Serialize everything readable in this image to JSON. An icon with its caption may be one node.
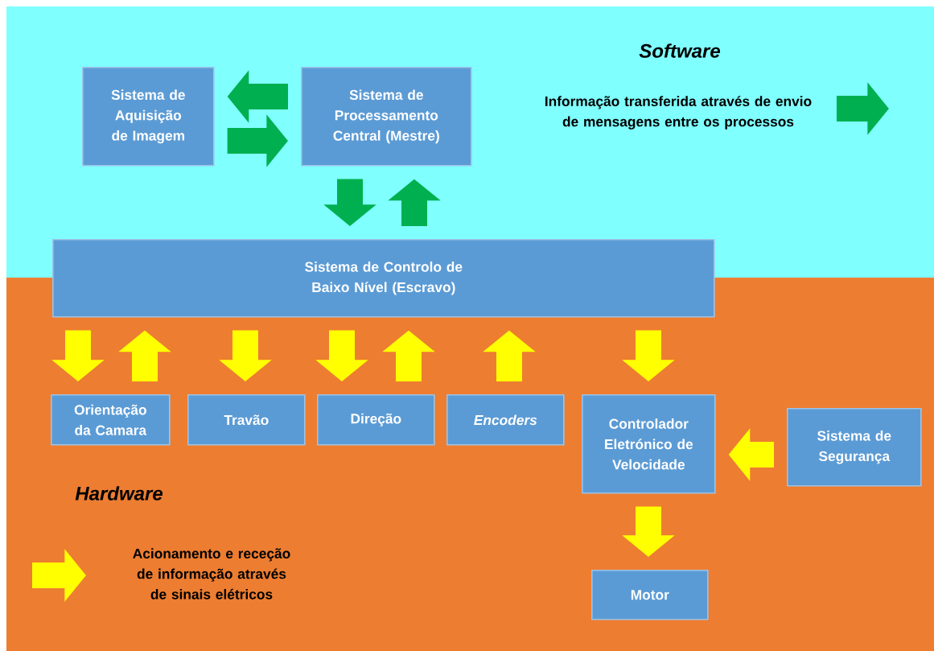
{
  "diagram": {
    "nodes": [
      {
        "text": [
          "Sistema de Aquisição de Imagem"
        ]
      },
      {
        "text": [
          "Sistema de Processamento Central (Mestre)"
        ]
      },
      {
        "text": [
          "Sistema de Controlo de Baixo Nível (Escravo)"
        ]
      },
      {
        "text": [
          "Orientação da Camara"
        ]
      },
      {
        "text": [
          "Travão"
        ]
      },
      {
        "text": [
          "Direção"
        ]
      },
      {
        "text": [
          "Encoders"
        ]
      },
      {
        "text": [
          "Controlador Eletrónico de Velocidade"
        ]
      },
      {
        "text": [
          "Sistema de Segurança"
        ]
      },
      {
        "text": [
          "Motor"
        ]
      }
    ],
    "edges": [
      {
        "from": 1,
        "to": 0,
        "arrow": "to",
        "color": "#00b050"
      },
      {
        "from": 0,
        "to": 1,
        "arrow": "to",
        "color": "#00b050"
      },
      {
        "from": 1,
        "to": 2,
        "arrow": "to",
        "color": "#00b050"
      },
      {
        "from": 2,
        "to": 1,
        "arrow": "to",
        "color": "#00b050"
      },
      {
        "from": 2,
        "to": 3,
        "arrow": "to"
      },
      {
        "from": 3,
        "to": 2,
        "arrow": "to"
      },
      {
        "from": 2,
        "to": 4,
        "arrow": "to"
      },
      {
        "from": 2,
        "to": 5,
        "arrow": "to"
      },
      {
        "from": 5,
        "to": 2,
        "arrow": "to"
      },
      {
        "from": 6,
        "to": 2,
        "arrow": "to"
      },
      {
        "from": 2,
        "to": 7,
        "arrow": "to"
      },
      {
        "from": 8,
        "to": 7,
        "arrow": "to"
      },
      {
        "from": 7,
        "to": 9,
        "arrow": "to"
      }
    ],
    "labels": [
      "Software",
      "Hardware"
    ],
    "legend": [
      {
        "text": "Informação transferida através de envio de mensagens entre os processos"
      },
      {
        "text": "Acionamento e receção de informação através de sinais elétricos"
      }
    ]
  }
}
